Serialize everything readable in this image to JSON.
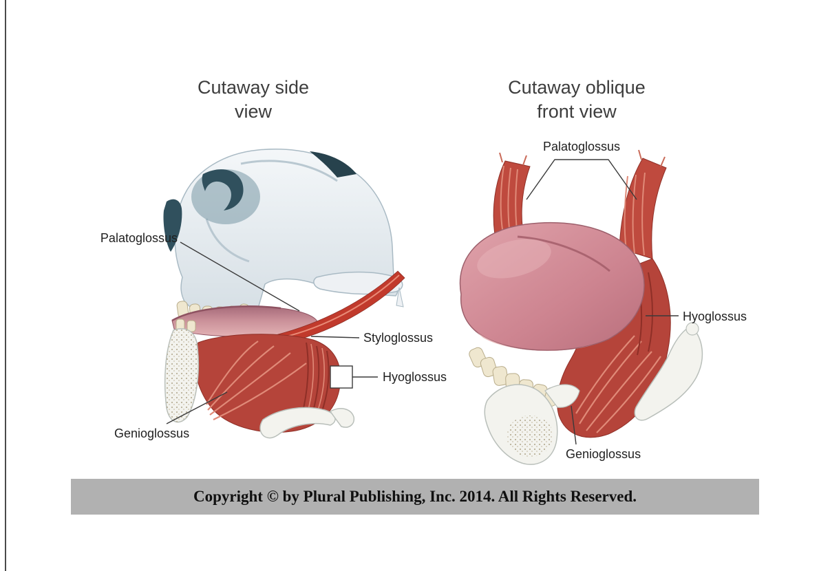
{
  "figure": {
    "left_panel": {
      "title_line1": "Cutaway side",
      "title_line2": "view",
      "labels": {
        "palatoglossus": "Palatoglossus",
        "styloglossus": "Styloglossus",
        "hyoglossus": "Hyoglossus",
        "genioglossus": "Genioglossus"
      }
    },
    "right_panel": {
      "title_line1": "Cutaway oblique",
      "title_line2": "front view",
      "labels": {
        "palatoglossus": "Palatoglossus",
        "hyoglossus": "Hyoglossus",
        "genioglossus": "Genioglossus"
      }
    },
    "copyright": "Copyright © by Plural Publishing, Inc. 2014. All Rights Reserved.",
    "colors": {
      "muscle_red": "#b5443a",
      "muscle_striation_light": "#e08a78",
      "muscle_striation_dark": "#8e2f27",
      "tongue_pink": "#c98f98",
      "tongue_highlight": "#e9b9bd",
      "bone_white": "#f3f3ee",
      "bone_outline": "#b9bfba",
      "teeth_ivory": "#efe7cf",
      "skull_light": "#eef1f4",
      "skull_outline": "#a9bac4",
      "skull_dark_teal": "#30505d",
      "leader_line": "#3a3a3a",
      "copyright_bar_gray": "#b1b1b1"
    }
  }
}
